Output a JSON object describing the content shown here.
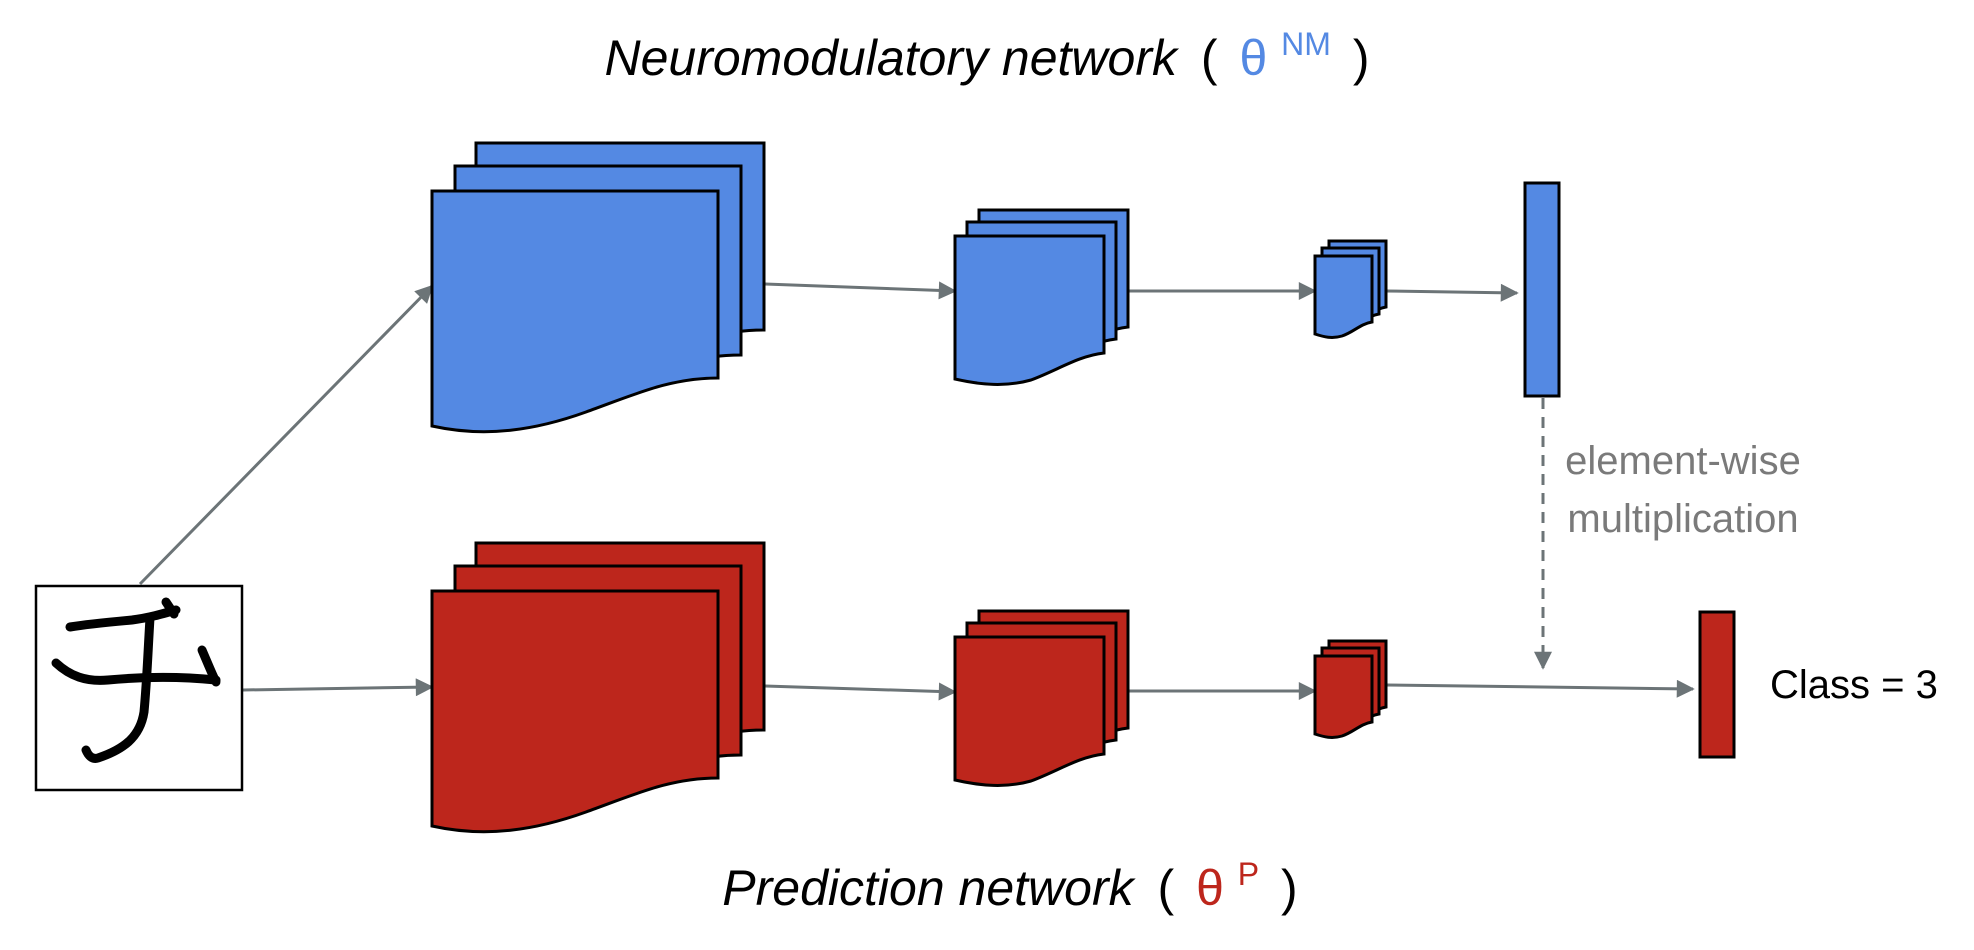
{
  "colors": {
    "nm_blue": "#5489e3",
    "p_red": "#bd261c",
    "arrow_gray": "#6c7477",
    "label_gray": "#7a7a7a"
  },
  "top_title": {
    "text": "Neuromodulatory network",
    "open_paren": "(",
    "symbol": "θ",
    "superscript": "NM",
    "close_paren": ")"
  },
  "bottom_title": {
    "text": "Prediction network",
    "open_paren": "(",
    "symbol": "θ",
    "superscript": "P",
    "close_paren": ")"
  },
  "operation_label": {
    "line1": "element-wise",
    "line2": "multiplication"
  },
  "output_label": "Class = 3"
}
